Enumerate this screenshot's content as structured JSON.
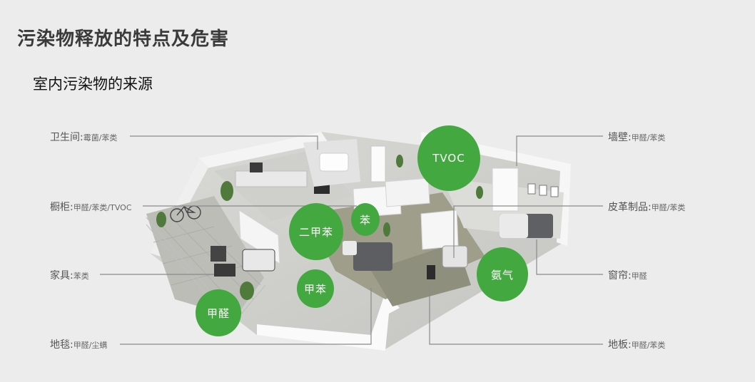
{
  "title": "污染物释放的特点及危害",
  "subtitle": "室内污染物的来源",
  "colors": {
    "bubble": "#44a840",
    "leader": "#8a8a8a",
    "background": "#ececec"
  },
  "sources": [
    {
      "name": "卫生间",
      "value": "霉菌/苯类"
    },
    {
      "name": "橱柜",
      "value": "甲醛/苯类/TVOC"
    },
    {
      "name": "家具",
      "value": "苯类"
    },
    {
      "name": "地毯",
      "value": "甲醛/尘螨"
    },
    {
      "name": "墙壁",
      "value": "甲醛/苯类"
    },
    {
      "name": "皮革制品",
      "value": "甲醛/苯类"
    },
    {
      "name": "窗帘",
      "value": "甲醛"
    },
    {
      "name": "地板",
      "value": "甲醛/苯类"
    }
  ],
  "pollutants": [
    {
      "label": "TVOC"
    },
    {
      "label": "二甲苯"
    },
    {
      "label": "苯"
    },
    {
      "label": "甲苯"
    },
    {
      "label": "甲醛"
    },
    {
      "label": "氨气"
    }
  ]
}
